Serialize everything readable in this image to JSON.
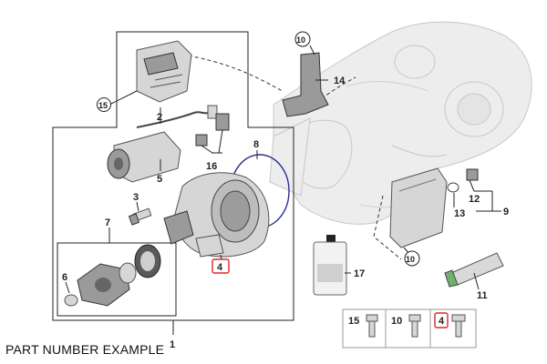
{
  "diagram": {
    "callouts": {
      "c1": "1",
      "c2": "2",
      "c3": "3",
      "c4": "4",
      "c5": "5",
      "c6": "6",
      "c7": "7",
      "c8": "8",
      "c9": "9",
      "c10": "10",
      "c11": "11",
      "c12": "12",
      "c13": "13",
      "c14": "14",
      "c15": "15",
      "c16": "16",
      "c17": "17"
    },
    "hardware_legend": {
      "items": [
        "15",
        "10",
        "4"
      ]
    },
    "highlighted_callout": "4",
    "highlight_color": "#e0252b",
    "caption": "PART NUMBER EXAMPLE"
  }
}
